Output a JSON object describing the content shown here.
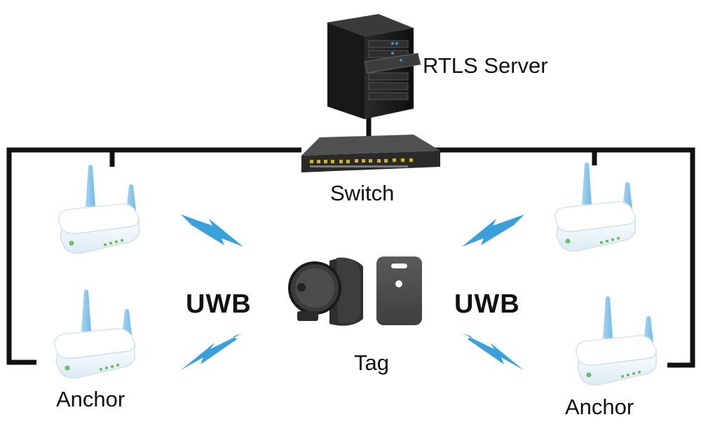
{
  "diagram": {
    "labels": {
      "server": "RTLS Server",
      "switch": "Switch",
      "uwb_left": "UWB",
      "uwb_right": "UWB",
      "tag": "Tag",
      "anchor_left": "Anchor",
      "anchor_right": "Anchor"
    },
    "nodes": [
      {
        "id": "server",
        "icon": "server-rack-icon"
      },
      {
        "id": "switch",
        "icon": "network-switch-icon"
      },
      {
        "id": "anchor-top-left",
        "icon": "router-anchor-icon"
      },
      {
        "id": "anchor-bottom-left",
        "icon": "router-anchor-icon"
      },
      {
        "id": "anchor-top-right",
        "icon": "router-anchor-icon"
      },
      {
        "id": "anchor-bottom-right",
        "icon": "router-anchor-icon"
      },
      {
        "id": "tag-watch",
        "icon": "smartwatch-tag-icon"
      },
      {
        "id": "tag-badge",
        "icon": "badge-tag-icon"
      }
    ],
    "colors": {
      "cable": "#111111",
      "signal": "#3aa0dc",
      "anchor_body": "#eef6fb",
      "antenna": "#8ec8ec",
      "server": "#1e1e1e",
      "tag": "#4a4a4a"
    }
  }
}
